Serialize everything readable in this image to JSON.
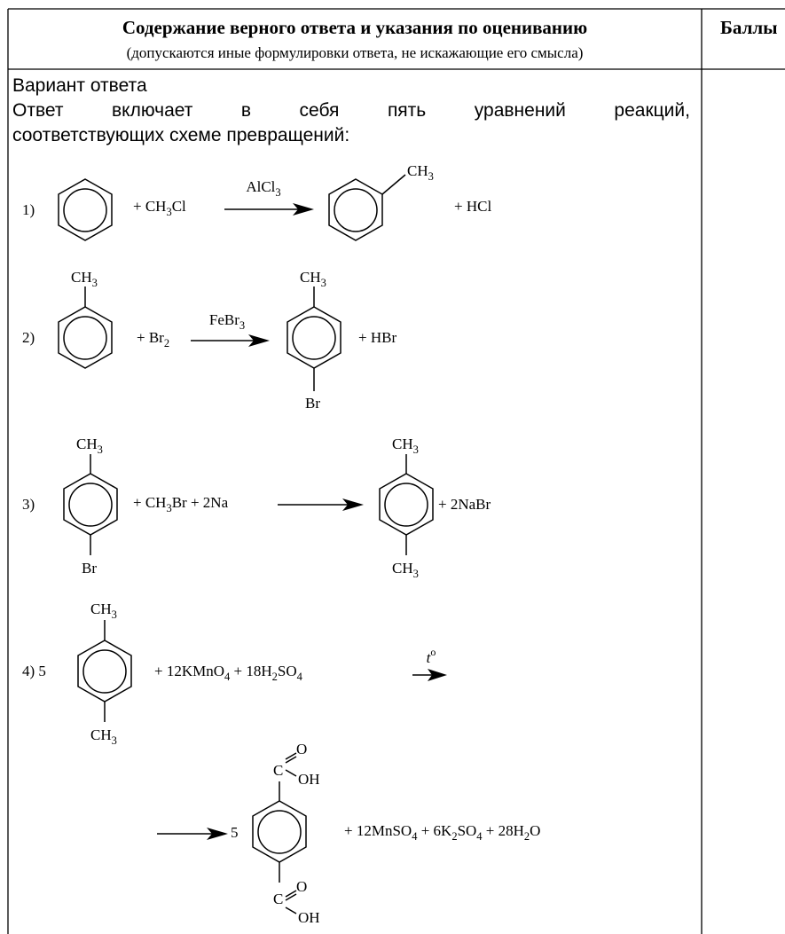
{
  "header": {
    "title": "Содержание верного ответа и указания по оцениванию",
    "subtitle": "(допускаются иные формулировки ответа, не искажающие его смысла)",
    "score_col": "Баллы"
  },
  "answer": {
    "variant_label": "Вариант ответа",
    "intro_words": [
      "Ответ",
      "включает",
      "в",
      "себя",
      "пять",
      "уравнений",
      "реакций,"
    ],
    "intro_line2": "соответствующих схеме превращений:"
  },
  "reactions": {
    "r1": {
      "num": "1)",
      "plus1": "+",
      "reagent": "CH",
      "reagent_sub": "3",
      "reagent_tail": "Cl",
      "cond": "AlCl",
      "cond_sub": "3",
      "sub_label": "CH",
      "sub_label_sub": "3",
      "product": "+ HCl"
    },
    "r2": {
      "num": "2)",
      "sub_top": "CH",
      "sub_top_sub": "3",
      "reagent": "+ Br",
      "reagent_sub": "2",
      "cond": "FeBr",
      "cond_sub": "3",
      "prod_top": "CH",
      "prod_top_sub": "3",
      "prod_bottom": "Br",
      "product": "+ HBr"
    },
    "r3": {
      "num": "3)",
      "sub_top": "CH",
      "sub_top_sub": "3",
      "sub_bottom": "Br",
      "reagent": "+ CH",
      "reagent_sub": "3",
      "reagent_tail": "Br + 2Na",
      "prod_top": "CH",
      "prod_top_sub": "3",
      "prod_bottom": "CH",
      "prod_bottom_sub": "3",
      "product": "+ 2NaBr"
    },
    "r4": {
      "num": "4)",
      "coef": "5",
      "sub_top": "CH",
      "sub_top_sub": "3",
      "sub_bottom": "CH",
      "sub_bottom_sub": "3",
      "reagent_a": "+ 12KMnO",
      "reagent_a_sub": "4",
      "reagent_b": " + 18H",
      "reagent_b_sub": "2",
      "reagent_c": "SO",
      "reagent_c_sub": "4",
      "cond": "t",
      "cond_sup": "o",
      "coef2": "5",
      "c_label": "C",
      "o_label": "O",
      "oh_label": "OH",
      "products": [
        {
          "t": "+ 12MnSO",
          "s": "4"
        },
        {
          "t": " + 6K",
          "s": "2"
        },
        {
          "t": "SO",
          "s": "4"
        },
        {
          "t": " + 28H",
          "s": "2"
        },
        {
          "t": "O",
          "s": ""
        }
      ]
    }
  }
}
